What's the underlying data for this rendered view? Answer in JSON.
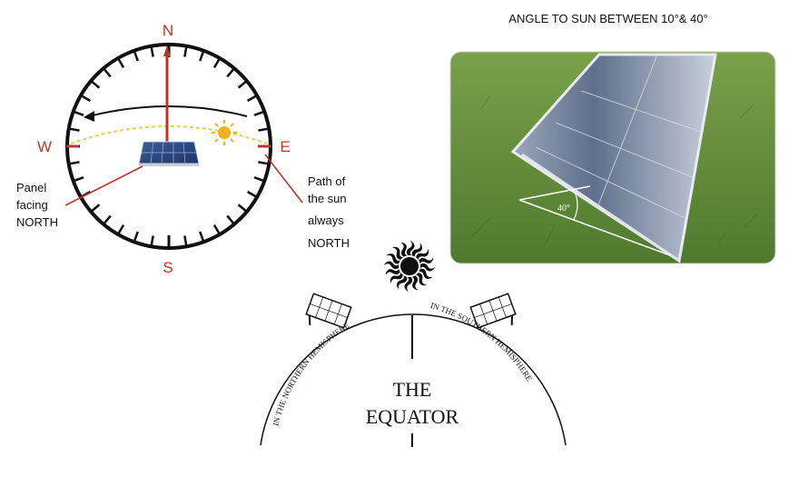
{
  "compass": {
    "north": "N",
    "south": "S",
    "east": "E",
    "west": "W",
    "panel_label": [
      "Panel",
      "facing",
      "NORTH"
    ],
    "sun_path_label": [
      "Path of",
      "the sun",
      "always",
      "NORTH"
    ]
  },
  "photo": {
    "title": "ANGLE TO SUN BETWEEN 10°& 40°",
    "angle_label": "40°"
  },
  "equator": {
    "title_line1": "THE",
    "title_line2": "EQUATOR",
    "left_arc_text": "IN THE NORTHERN HEMISPHERE",
    "right_arc_text": "IN THE SOUTHERN HEMISPHERE"
  },
  "colors": {
    "compass_red": "#c0332b",
    "ring": "#111111",
    "sun_path": "#e6cf5a",
    "sun": "#f2b01e",
    "panel_blue": "#2b4a86",
    "grass": "#5f8a3a"
  },
  "icons": {
    "sun_symbol": "sun-icon",
    "compass_sun": "sun-icon",
    "solar_panel": "solar-panel-icon"
  }
}
